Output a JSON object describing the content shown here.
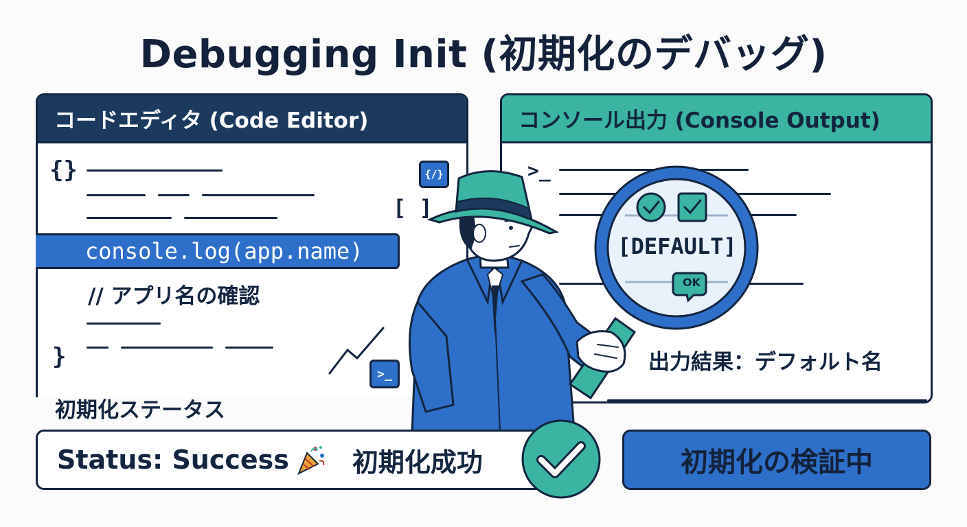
{
  "title": "Debugging Init (初期化のデバッグ)",
  "editor": {
    "header": "コードエディタ (Code Editor)",
    "open_brace": "{}",
    "close_brace": "}",
    "highlighted_code": "console.log(app.name)",
    "comment": "// アプリ名の確認"
  },
  "console": {
    "header": "コンソール出力 (Console Output)",
    "prompt": ">_",
    "result_label": "出力結果：デフォルト名"
  },
  "magnifier": {
    "value": "[DEFAULT]",
    "ok_badge": "OK"
  },
  "side_icons": {
    "code_tag": "{/}",
    "brackets": "[ ]",
    "terminal": ">_"
  },
  "status": {
    "section_label": "初期化ステータス",
    "status_text": "Status: Success",
    "party_icon": "party-popper-icon",
    "success_jp": "初期化成功",
    "verifying": "初期化の検証中"
  },
  "colors": {
    "navy": "#13253f",
    "blue": "#2e6fc9",
    "teal": "#3bb4a2",
    "editor_header": "#1b3a5e"
  }
}
